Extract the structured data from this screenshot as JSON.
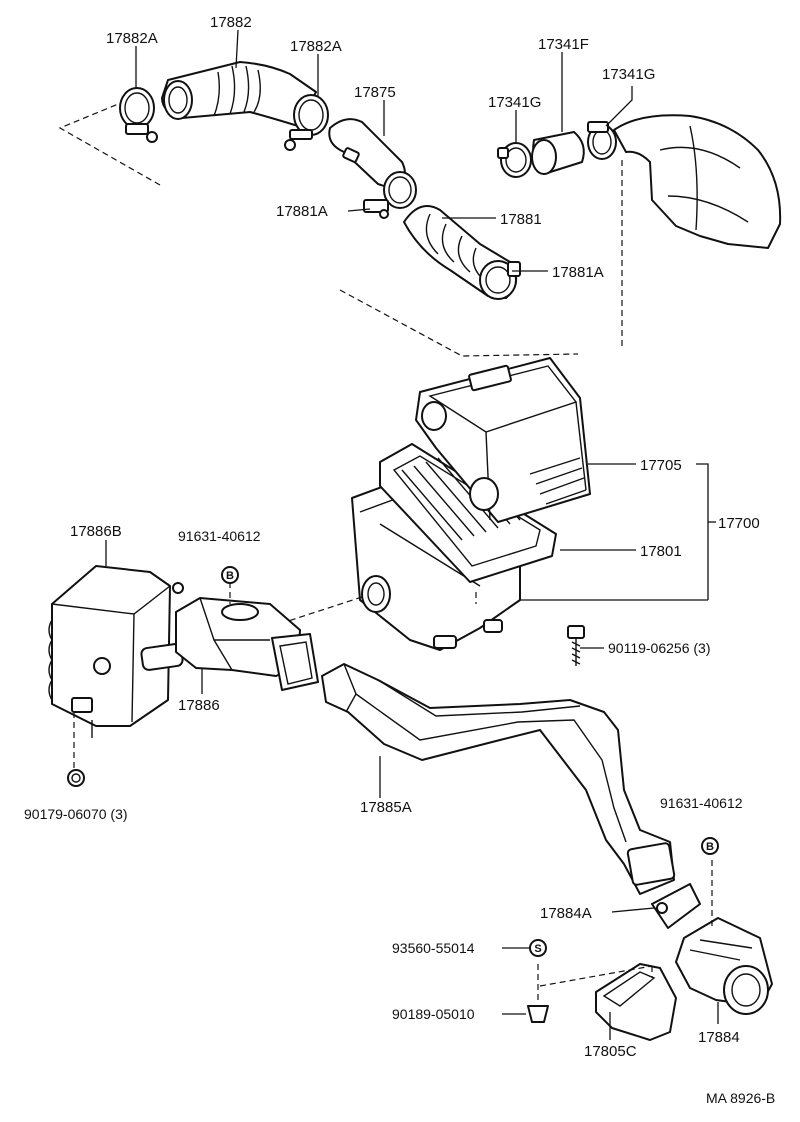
{
  "diagram": {
    "doc_code": "MA 8926-B",
    "parts": {
      "p17882A_left": "17882A",
      "p17882": "17882",
      "p17882A_right": "17882A",
      "p17875": "17875",
      "p17341F": "17341F",
      "p17341G_right": "17341G",
      "p17341G_left": "17341G",
      "p17881A_left": "17881A",
      "p17881": "17881",
      "p17881A_right": "17881A",
      "p17705": "17705",
      "p17700": "17700",
      "p17801": "17801",
      "p17886B": "17886B",
      "p91631_left": "91631-40612",
      "p17886": "17886",
      "p90119": "90119-06256 (3)",
      "p90179": "90179-06070 (3)",
      "p17885A": "17885A",
      "p91631_right": "91631-40612",
      "p17884A": "17884A",
      "p93560": "93560-55014",
      "p90189": "90189-05010",
      "p17805C": "17805C",
      "p17884": "17884"
    },
    "markers": {
      "b_left": "B",
      "b_right": "B",
      "s_marker": "S"
    }
  }
}
